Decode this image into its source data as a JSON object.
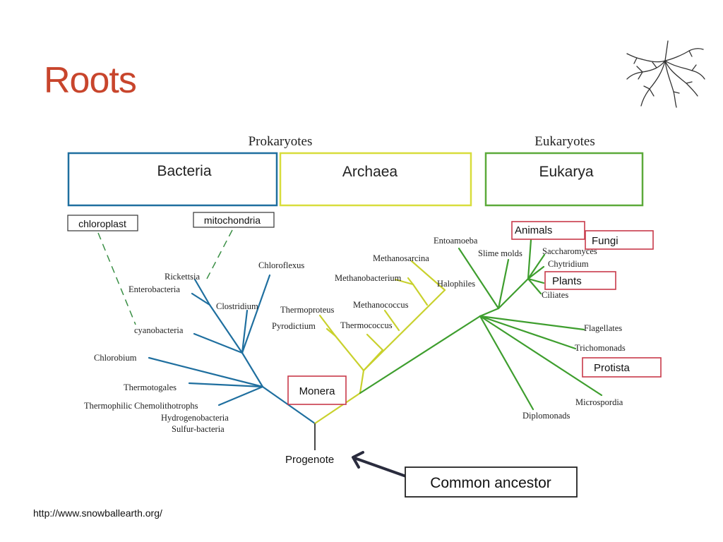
{
  "slide": {
    "title": "Roots",
    "source": "http://www.snowballearth.org/"
  },
  "icons": {
    "logo": "root-system-icon"
  },
  "diagram": {
    "headers": {
      "prokaryotes": "Prokaryotes",
      "eukaryotes": "Eukaryotes"
    },
    "domains": {
      "bacteria": "Bacteria",
      "archaea": "Archaea",
      "eukarya": "Eukarya"
    },
    "boxes": {
      "chloroplast": "chloroplast",
      "mitochondria": "mitochondria",
      "animals": "Animals",
      "fungi": "Fungi",
      "plants": "Plants",
      "protista": "Protista",
      "monera": "Monera",
      "common_ancestor": "Common ancestor"
    },
    "root": "Progenote",
    "bacteria_taxa": {
      "rickettsia": "Rickettsia",
      "enterobacteria": "Enterobacteria",
      "chloroflexus": "Chloroflexus",
      "clostridium": "Clostridium",
      "cyanobacteria": "cyanobacteria",
      "chlorobium": "Chlorobium",
      "thermotogales": "Thermotogales",
      "thermophilic": "Thermophilic Chemolithotrophs",
      "hydrogenobacteria": "Hydrogenobacteria",
      "sulfur": "Sulfur-bacteria"
    },
    "archaea_taxa": {
      "methanosarcina": "Methanosarcina",
      "methanobacterium": "Methanobacterium",
      "halophiles": "Halophiles",
      "methanococcus": "Methanococcus",
      "thermoproteus": "Thermoproteus",
      "pyrodictium": "Pyrodictium",
      "thermococcus": "Thermococcus"
    },
    "eukarya_taxa": {
      "entoamoeba": "Entoamoeba",
      "slime_molds": "Slime molds",
      "saccharomyces": "Saccharomyces",
      "chytridium": "Chytridium",
      "ciliates": "Ciliates",
      "flagellates": "Flagellates",
      "trichomonads": "Trichomonads",
      "microspordia": "Microspordia",
      "diplomonads": "Diplomonads"
    },
    "colors": {
      "bacteria": "#1f6f9f",
      "archaea": "#c9d12d",
      "eukarya": "#3e9e2e",
      "highlight_box": "#c83a4a",
      "title": "#c8452c",
      "arrow": "#2a2c3e"
    }
  }
}
